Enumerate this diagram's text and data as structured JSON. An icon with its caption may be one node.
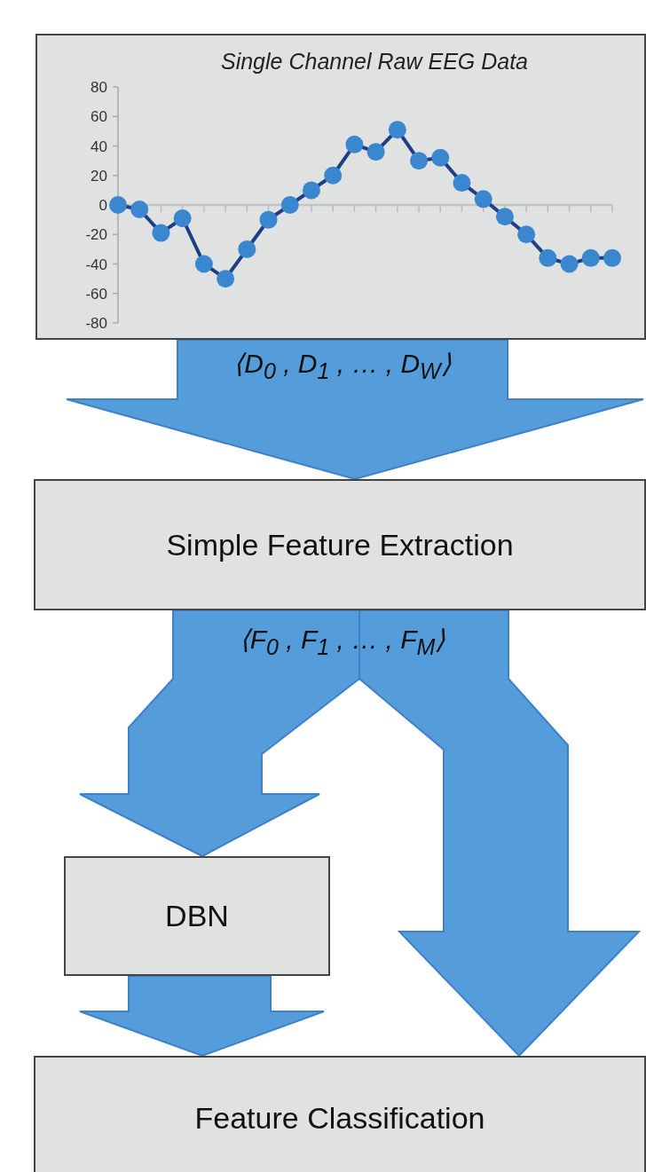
{
  "diagram": {
    "nodes": [
      {
        "text": [],
        "shape": "box"
      },
      {
        "text": [
          "Simple Feature Extraction"
        ]
      },
      {
        "text": [
          "DBN"
        ]
      },
      {
        "text": [
          "Feature Classification"
        ]
      }
    ],
    "edges": [
      {
        "from": 0,
        "to": 1,
        "arrow": "to",
        "label": "⟨D$_{0}$ , D$_{1}$ , … , D$_{W}$⟩",
        "style": "thick"
      },
      {
        "from": 1,
        "to": 2,
        "arrow": "to",
        "label": "⟨F$_{0}$ , F$_{1}$ , … , F$_{M}$⟩",
        "style": "thick"
      },
      {
        "from": 1,
        "to": 3,
        "arrow": "to",
        "style": "thick"
      },
      {
        "from": 2,
        "to": 3,
        "arrow": "to",
        "style": "thick"
      }
    ],
    "chart_data": {
      "type": "line",
      "title": "Single Channel Raw EEG Data",
      "series": [
        {
          "color": "#3a86cf",
          "marker": "circle",
          "values": [
            0,
            -3,
            -19,
            -9,
            -40,
            -50,
            -30,
            -10,
            0,
            10,
            20,
            41,
            36,
            51,
            30,
            32,
            15,
            4,
            -8,
            -20,
            -36,
            -40,
            -36,
            -36
          ]
        }
      ],
      "ylim": [
        -80,
        80
      ],
      "yticks": [
        80,
        60,
        40,
        20,
        0,
        -20,
        -40,
        -60,
        -80
      ]
    }
  }
}
